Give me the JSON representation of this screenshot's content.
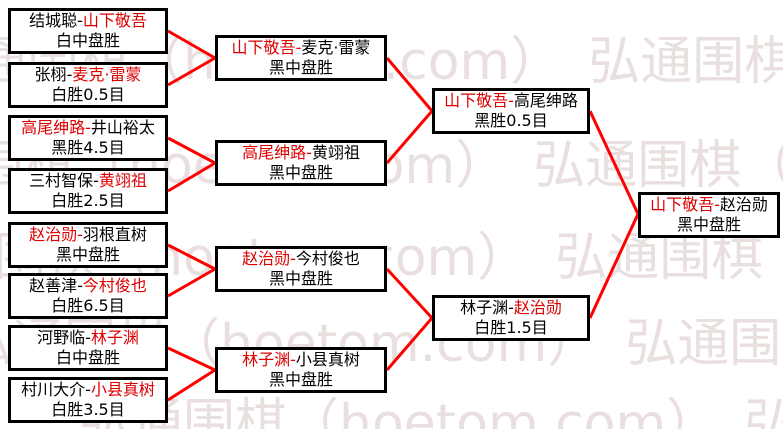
{
  "watermark": {
    "tile": "弘通围棋（hoetom.com）",
    "color": "#e9dfdf"
  },
  "colors": {
    "winner_text": "#dd0000",
    "connector_line": "#ff0000",
    "box_border": "#000000",
    "box_text": "#000000",
    "background": "#ffffff"
  },
  "bracket": {
    "separator": "-",
    "rounds": [
      {
        "matches": [
          {
            "p1": "结城聪",
            "p2": "山下敬吾",
            "winner": "p2",
            "result": "白中盘胜"
          },
          {
            "p1": "张栩",
            "p2": "麦克·雷蒙",
            "winner": "p2",
            "result": "白胜0.5目"
          },
          {
            "p1": "高尾绅路",
            "p2": "井山裕太",
            "winner": "p1",
            "result": "黑胜4.5目"
          },
          {
            "p1": "三村智保",
            "p2": "黄翊祖",
            "winner": "p2",
            "result": "白胜2.5目"
          },
          {
            "p1": "赵治勋",
            "p2": "羽根直树",
            "winner": "p1",
            "result": "黑中盘胜"
          },
          {
            "p1": "赵善津",
            "p2": "今村俊也",
            "winner": "p2",
            "result": "白胜6.5目"
          },
          {
            "p1": "河野临",
            "p2": "林子渊",
            "winner": "p2",
            "result": "白中盘胜"
          },
          {
            "p1": "村川大介",
            "p2": "小县真树",
            "winner": "p2",
            "result": "白胜3.5目"
          }
        ]
      },
      {
        "matches": [
          {
            "p1": "山下敬吾",
            "p2": "麦克·雷蒙",
            "winner": "p1",
            "result": "黑中盘胜"
          },
          {
            "p1": "高尾绅路",
            "p2": "黄翊祖",
            "winner": "p1",
            "result": "黑中盘胜"
          },
          {
            "p1": "赵治勋",
            "p2": "今村俊也",
            "winner": "p1",
            "result": "黑中盘胜"
          },
          {
            "p1": "林子渊",
            "p2": "小县真树",
            "winner": "p1",
            "result": "黑中盘胜"
          }
        ]
      },
      {
        "matches": [
          {
            "p1": "山下敬吾",
            "p2": "高尾绅路",
            "winner": "p1",
            "result": "黑胜0.5目"
          },
          {
            "p1": "林子渊",
            "p2": "赵治勋",
            "winner": "p2",
            "result": "白胜1.5目"
          }
        ]
      },
      {
        "matches": [
          {
            "p1": "山下敬吾",
            "p2": "赵治勋",
            "winner": "p1",
            "result": "黑中盘胜"
          }
        ]
      }
    ]
  }
}
